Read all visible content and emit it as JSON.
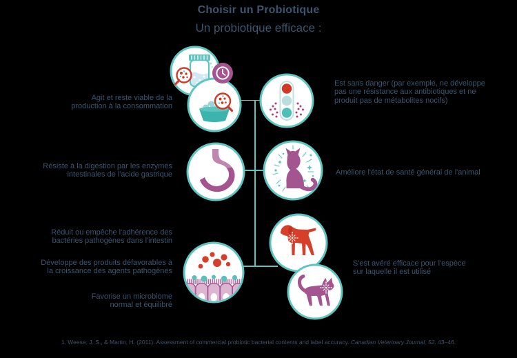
{
  "title": "Choisir un Probiotique",
  "subtitle": "Un probiotique efficace :",
  "colors": {
    "background": "#000000",
    "text": "#3a566f",
    "teal": "#5cc5c0",
    "teal_pale": "#bfe2e0",
    "plum": "#a4548e",
    "plum_light": "#bd87b1",
    "red": "#cf3a28",
    "magenta_dot": "#b03b78",
    "cell_pink": "#dcb5d0",
    "jar_content_blue": "#cfe8f2"
  },
  "left_labels": [
    {
      "lines": [
        "Agit et reste viable de la",
        "production à la consommation"
      ]
    },
    {
      "lines": [
        "Résiste à la digestion par les enzymes",
        "intestinales de l'acide gastrique"
      ]
    },
    {
      "lines": [
        "Réduit ou empêche l'adhérence des",
        "bactéries pathogènes dans l'intestin"
      ]
    },
    {
      "lines": [
        "Développe des produits défavorables à",
        "la croissance des agents pathogènes"
      ]
    },
    {
      "lines": [
        "Favorise un microbiome",
        "normal et équilibré"
      ]
    }
  ],
  "right_labels": [
    {
      "lines": [
        "Est sans danger (par exemple, ne développe",
        "pas une résistance aux antibiotiques et ne",
        "produit pas de métabolites nocifs)"
      ]
    },
    {
      "lines": [
        "Améliore l'état de santé général de l'animal"
      ]
    },
    {
      "lines": [
        "S'est avéré efficace pour l'espèce",
        "sur laquelle il est utilisé"
      ]
    }
  ],
  "icons": [
    "supplement-jar-icon",
    "clock-icon",
    "food-bowl-icon",
    "traffic-light-icon",
    "stomach-icon",
    "healthy-cat-icon",
    "gut-lining-icon",
    "dog-icon",
    "cat-icon"
  ],
  "footer": {
    "prefix": "1. Weese, J. S., & Martin, H. (2011). Assessment of commercial probiotic bacterial contents and label accuracy. ",
    "italic": "Canadian Veterinary Journal, 52,",
    "suffix": " 43–46."
  }
}
